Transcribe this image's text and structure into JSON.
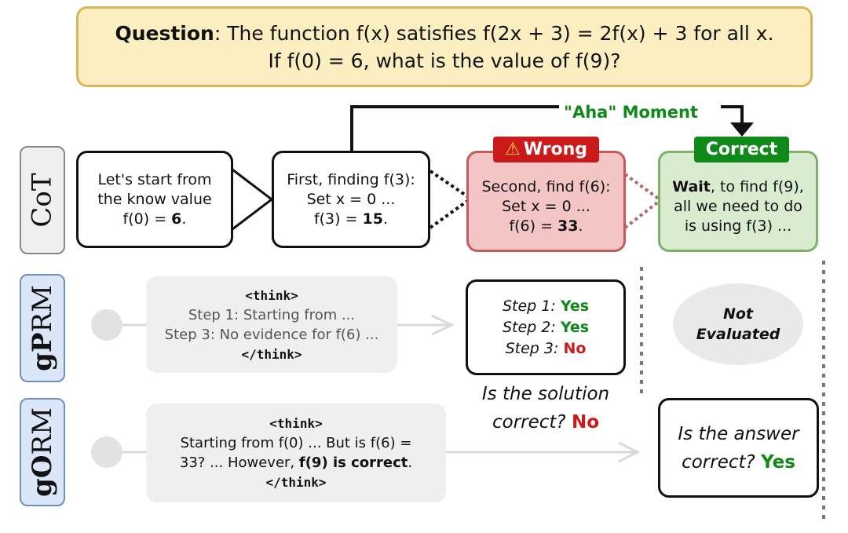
{
  "question": {
    "label": "Question",
    "line1_rest": ": The function f(x) satisfies f(2x + 3) = 2f(x) + 3 for all x.",
    "line2": "If f(0) = 6, what is the value of f(9)?"
  },
  "tabs": {
    "cot": "CoT",
    "gprm_prefix": "g",
    "gprm_bold": "P",
    "gprm_rest": "RM",
    "gorm_prefix": "g",
    "gorm_bold": "O",
    "gorm_rest": "RM"
  },
  "aha": "\"Aha\" Moment",
  "cot": {
    "step0": {
      "l1": "Let's start from",
      "l2": "the know value",
      "l3_pre": "f(0) = ",
      "l3_bold": "6",
      "l3_post": "."
    },
    "step1": {
      "l1": "First, finding f(3):",
      "l2": "Set x = 0 ...",
      "l3_pre": "f(3) = ",
      "l3_bold": "15",
      "l3_post": "."
    },
    "step2": {
      "badge": "Wrong",
      "l1": "Second, find f(6):",
      "l2": "Set x = 0 ...",
      "l3_pre": "f(6) = ",
      "l3_bold": "33",
      "l3_post": "."
    },
    "step3": {
      "badge": "Correct",
      "l1_bold": "Wait",
      "l1_rest": ", to find f(9),",
      "l2": "all we need to do",
      "l3": "is using f(3) ..."
    }
  },
  "gprm": {
    "open": "<think>",
    "l1": "Step 1: Starting from ...",
    "l2": "Step 3: No evidence for f(6) ...",
    "close": "</think>",
    "steps": [
      {
        "label": "Step 1:",
        "verdict": "Yes"
      },
      {
        "label": "Step 2:",
        "verdict": "Yes"
      },
      {
        "label": "Step 3:",
        "verdict": "No"
      }
    ],
    "q1": "Is the solution",
    "q2": "correct?",
    "q_verdict": "No",
    "not_eval_1": "Not",
    "not_eval_2": "Evaluated"
  },
  "gorm": {
    "open": "<think>",
    "l1": "Starting from f(0) ... But is f(6) =",
    "l2_pre": "33? ... However, ",
    "l2_bold": "f(9) is correct",
    "l2_post": ".",
    "close": "</think>",
    "q1": "Is the answer",
    "q2": "correct?",
    "q_verdict": "Yes"
  },
  "colors": {
    "green": "#0f8a19",
    "red": "#cc1a1a",
    "question_bg": "#fbefc2",
    "wrong_bg": "#f3c5c5",
    "correct_bg": "#d9ecd0",
    "tab_blue": "#dbe7f8"
  }
}
